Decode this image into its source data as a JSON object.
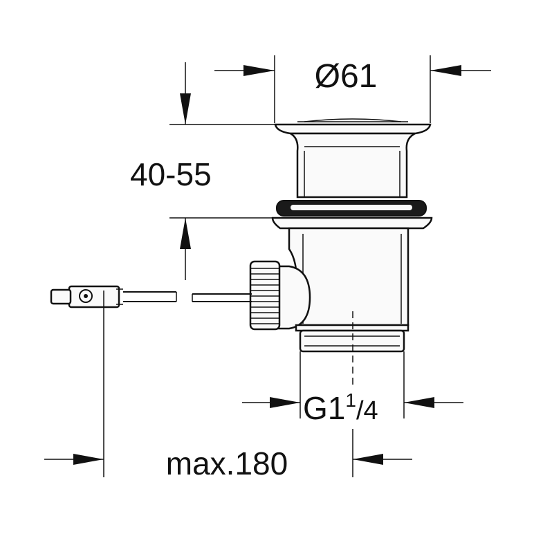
{
  "dimensions": {
    "diameter": "Ø61",
    "height_range": "40-55",
    "thread_prefix": "G1",
    "thread_fraction_num": "1",
    "thread_fraction_den": "/4",
    "max_length": "max.180"
  }
}
